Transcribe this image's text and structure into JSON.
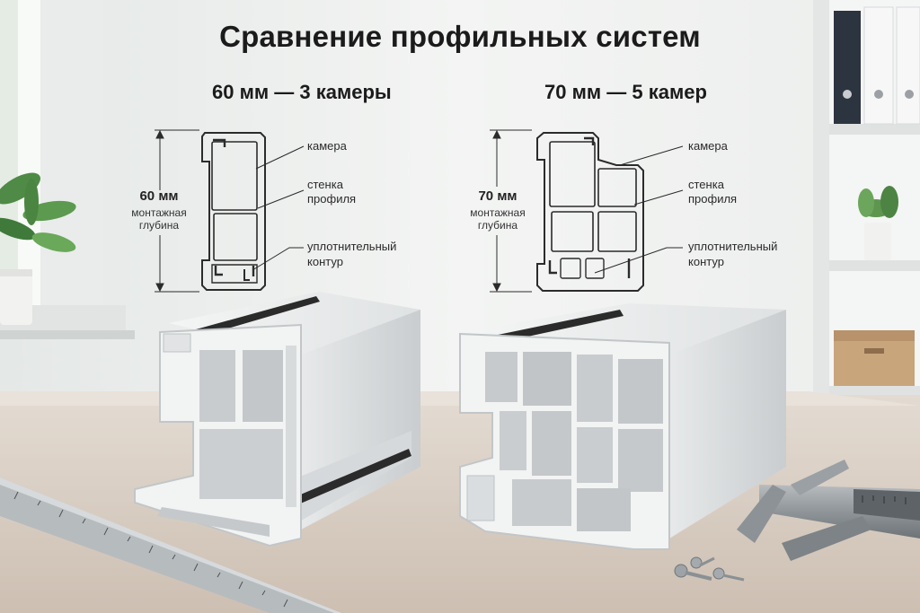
{
  "title": "Сравнение профильных систем",
  "left_profile": {
    "heading": "60 мм — 3 камеры",
    "dimension": "60 мм",
    "dimension_caption_1": "монтажная",
    "dimension_caption_2": "глубина",
    "callouts": {
      "chamber": "камера",
      "wall_1": "стенка",
      "wall_2": "профиля",
      "seal_1": "уплотнительный",
      "seal_2": "контур"
    }
  },
  "right_profile": {
    "heading": "70 мм — 5 камер",
    "dimension": "70 мм",
    "dimension_caption_1": "монтажная",
    "dimension_caption_2": "глубина",
    "callouts": {
      "chamber": "камера",
      "wall_1": "стенка",
      "wall_2": "профиля",
      "seal_1": "уплотнительный",
      "seal_2": "контур"
    }
  },
  "colors": {
    "wall": "#eef0ef",
    "desk": "#d9cfc4",
    "pvc": "#e6e8e9",
    "pvc_shadow": "#b9bdbf",
    "seal": "#2b2b2b",
    "text": "#1b1b1b"
  }
}
